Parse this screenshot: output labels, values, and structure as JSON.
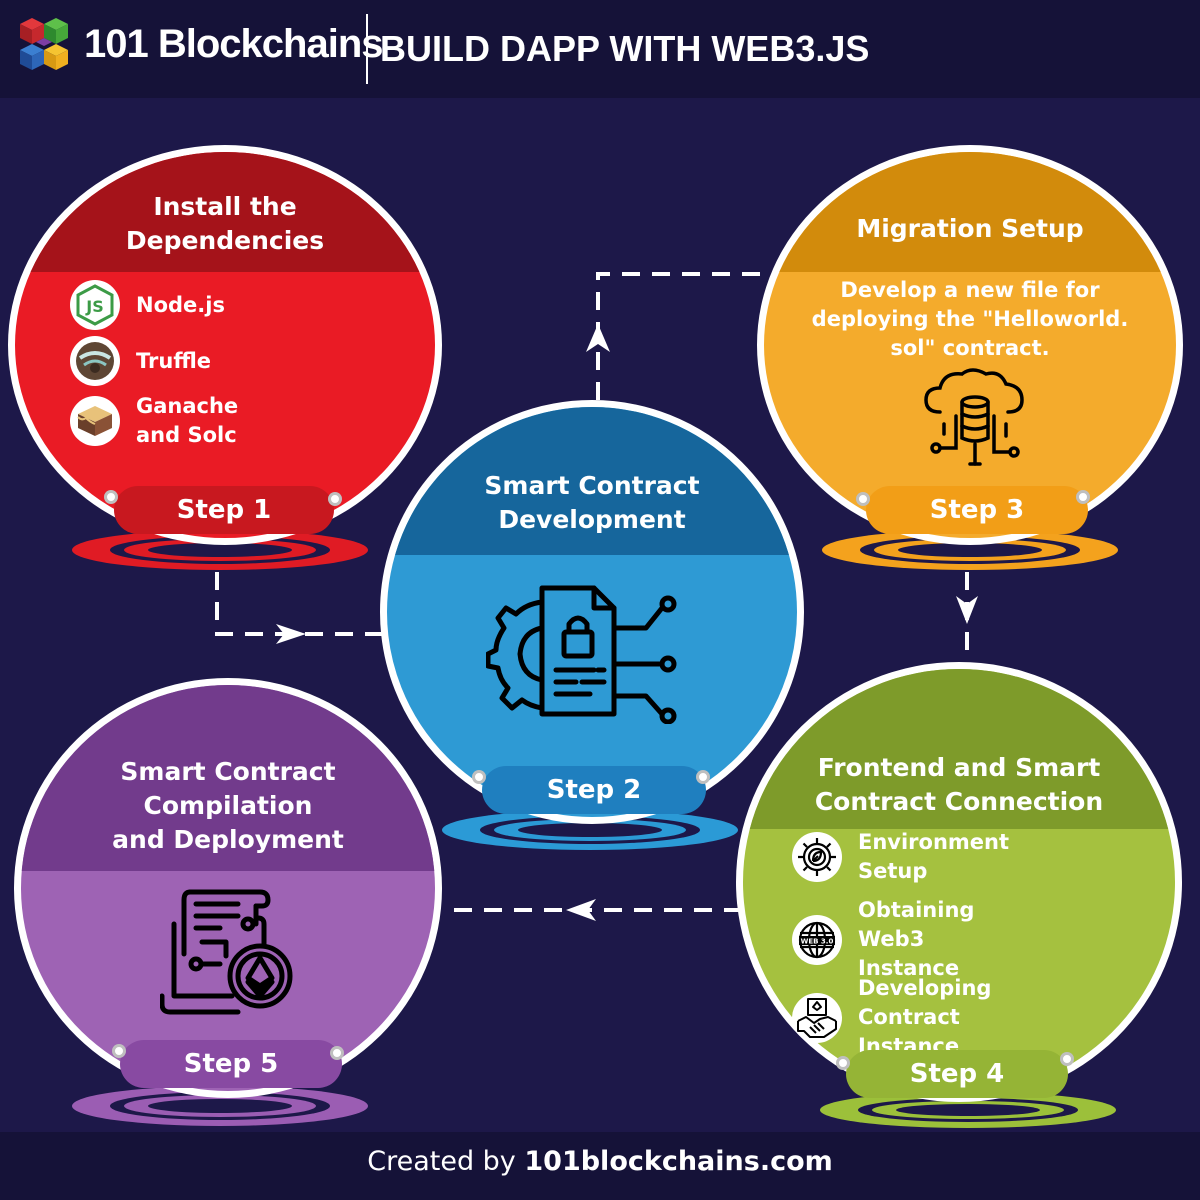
{
  "header": {
    "brand": "101 Blockchains",
    "title": "BUILD DAPP WITH WEB3.JS"
  },
  "steps": [
    {
      "title": "Install the\nDependencies",
      "label": "Step 1",
      "items": [
        "Node.js",
        "Truffle",
        "Ganache and Solc"
      ],
      "colors": {
        "body": "#ea1b25",
        "cap": "#a5131a",
        "pill": "#c8181f",
        "ring": "#e01b24"
      }
    },
    {
      "title": "Smart Contract\nDevelopment",
      "label": "Step 2",
      "icon": "smart-contract-lock-icon",
      "colors": {
        "body": "#2e9ad4",
        "cap": "#16669c",
        "pill": "#1f7fbf",
        "ring": "#2b9ad6"
      }
    },
    {
      "title": "Migration Setup",
      "label": "Step 3",
      "description": "Develop a new file for deploying the \"Helloworld. sol\" contract.",
      "icon": "cloud-database-icon",
      "colors": {
        "body": "#f4ab2c",
        "cap": "#d28b0c",
        "pill": "#f29e17",
        "ring": "#f4a21d"
      }
    },
    {
      "title": "Frontend and Smart\nContract Connection",
      "label": "Step 4",
      "items": [
        "Environment Setup",
        "Obtaining Web3\nInstance",
        "Developing Contract\nInstance"
      ],
      "colors": {
        "body": "#a5c13f",
        "cap": "#7e9b2a",
        "pill": "#95b436",
        "ring": "#9cc03a"
      }
    },
    {
      "title": "Smart Contract\nCompilation\nand Deployment",
      "label": "Step 5",
      "icon": "ethereum-laptop-icon",
      "colors": {
        "body": "#9e63b4",
        "cap": "#723b8c",
        "pill": "#884aa2",
        "ring": "#9b5db3"
      }
    }
  ],
  "footer": {
    "prefix": "Created by ",
    "site": "101blockchains.com"
  }
}
